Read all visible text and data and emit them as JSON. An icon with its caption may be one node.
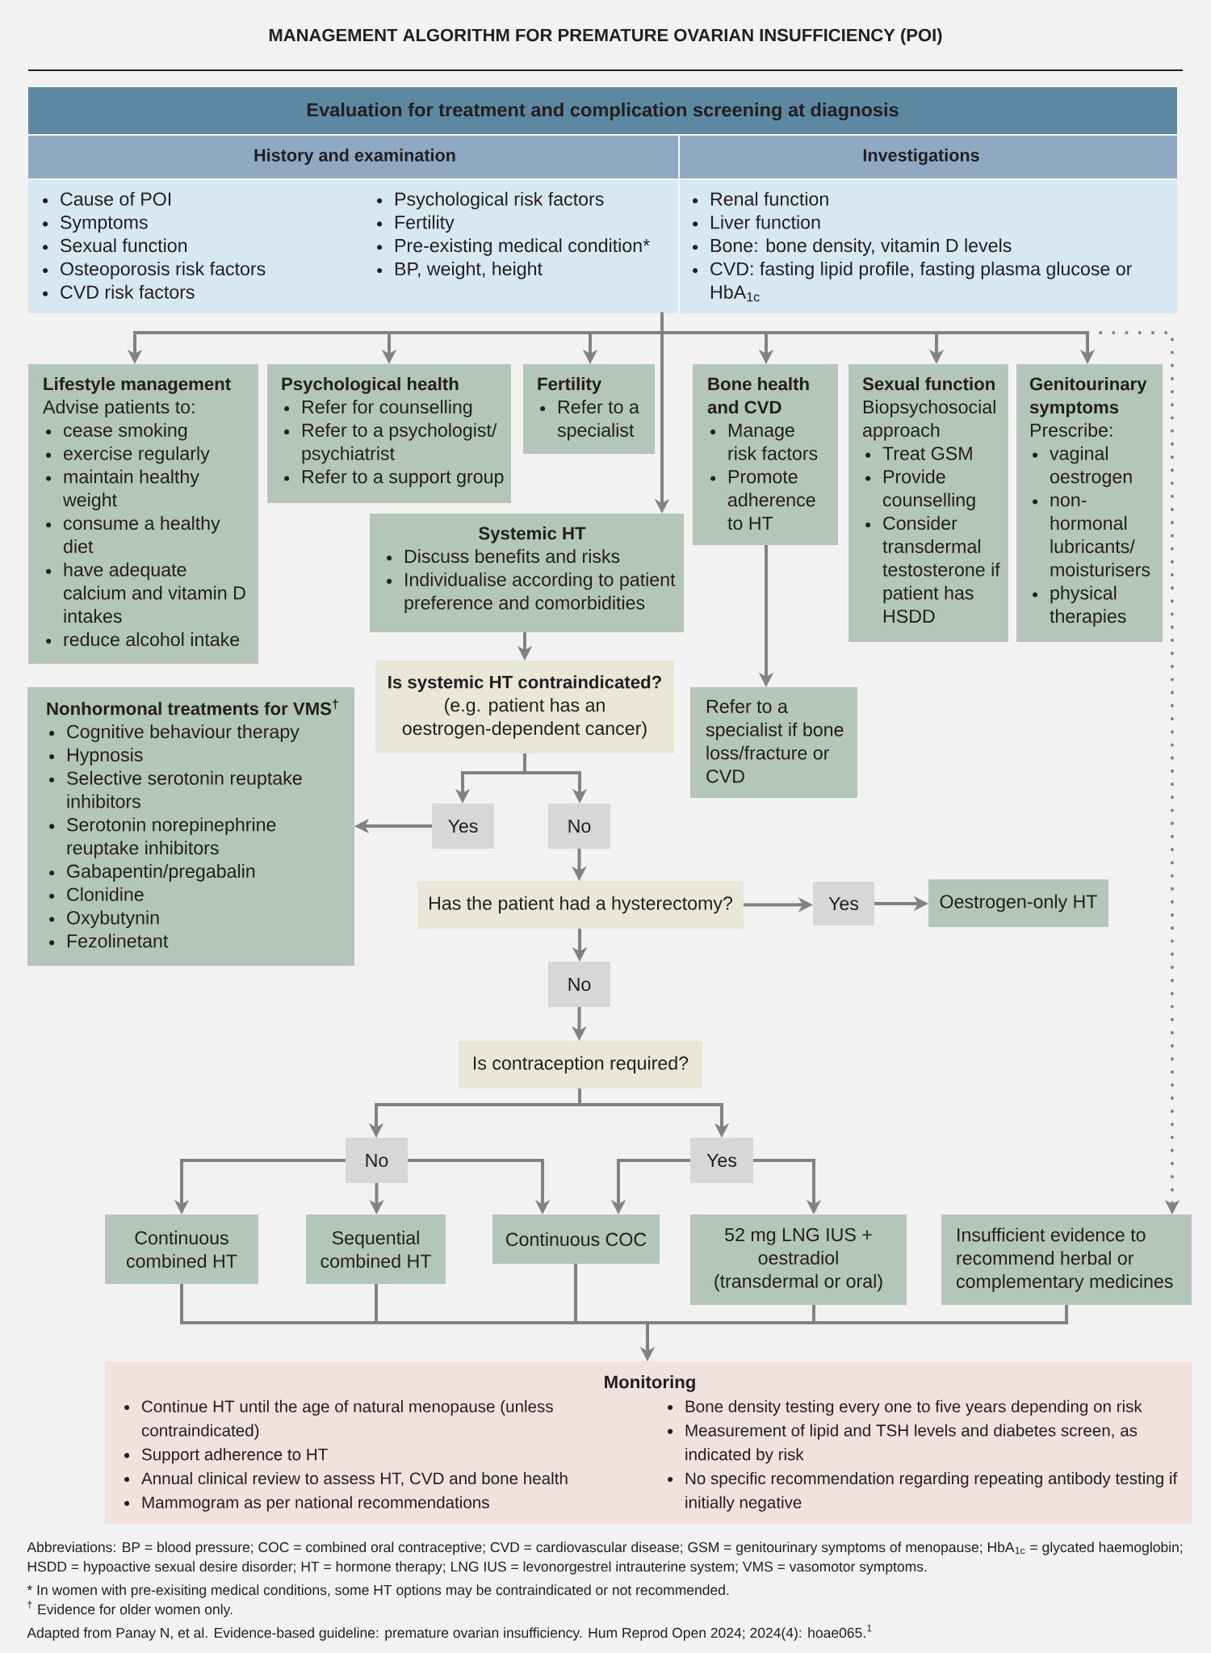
{
  "diagram": {
    "title": "MANAGEMENT ALGORITHM FOR PREMATURE OVARIAN INSUFFICIENCY (POI)",
    "nodes": [
      {
        "text": [
          "Evaluation for treatment and complication screening at diagnosis"
        ]
      },
      {
        "text": [
          "History and examination",
          "Cause of POI",
          "Symptoms",
          "Sexual function",
          "Osteoporosis risk factors",
          "CVD risk factors",
          "Psychological risk factors",
          "Fertility",
          "Pre-existing medical condition*",
          "BP, weight, height"
        ],
        "in": 0
      },
      {
        "text": [
          "Investigations",
          "Renal function",
          "Liver function",
          "Bone: bone density, vitamin D levels",
          "CVD: fasting lipid profile, fasting plasma glucose or HbA$_{1c}$"
        ],
        "in": 0
      },
      {
        "text": [
          "Lifestyle management",
          "Advise patients to:",
          "cease smoking",
          "exercise regularly",
          "maintain healthy weight",
          "consume a healthy diet",
          "have adequate calcium and vitamin D intakes",
          "reduce alcohol intake"
        ]
      },
      {
        "text": [
          "Psychological health",
          "Refer for counselling",
          "Refer to a psychologist/ psychiatrist",
          "Refer to a support group"
        ]
      },
      {
        "text": [
          "Fertility",
          "Refer to a specialist"
        ]
      },
      {
        "text": [
          "Bone health and CVD",
          "Manage risk factors",
          "Promote adherence to HT"
        ]
      },
      {
        "text": [
          "Sexual function",
          "Biopsychosocial approach",
          "Treat GSM",
          "Provide counselling",
          "Consider transdermal testosterone if patient has HSDD"
        ]
      },
      {
        "text": [
          "Genitourinary symptoms",
          "Prescribe:",
          "vaginal oestrogen",
          "non-hormonal lubricants/ moisturisers",
          "physical therapies"
        ]
      },
      {
        "text": [
          "Systemic HT",
          "Discuss benefits and risks",
          "Individualise according to patient preference and comorbidities"
        ]
      },
      {
        "text": [
          "Is systemic HT contraindicated?",
          "(e.g. patient has an oestrogen-dependent cancer)"
        ]
      },
      {
        "text": [
          "Nonhormonal treatments for VMS$^{†}$",
          "Cognitive behaviour therapy",
          "Hypnosis",
          "Selective serotonin reuptake inhibitors",
          "Serotonin norepinephrine reuptake inhibitors",
          "Gabapentin/pregabalin",
          "Clonidine",
          "Oxybutynin",
          "Fezolinetant"
        ]
      },
      {
        "text": [
          "Refer to a specialist if bone loss/fracture or CVD"
        ]
      },
      {
        "text": [
          "Yes"
        ]
      },
      {
        "text": [
          "No"
        ]
      },
      {
        "text": [
          "Has the patient had a hysterectomy?"
        ]
      },
      {
        "text": [
          "Yes"
        ]
      },
      {
        "text": [
          "Oestrogen-only HT"
        ]
      },
      {
        "text": [
          "No"
        ]
      },
      {
        "text": [
          "Is contraception required?"
        ]
      },
      {
        "text": [
          "No"
        ]
      },
      {
        "text": [
          "Yes"
        ]
      },
      {
        "text": [
          "Continuous combined HT"
        ]
      },
      {
        "text": [
          "Sequential combined HT"
        ]
      },
      {
        "text": [
          "Continuous COC"
        ]
      },
      {
        "text": [
          "52 mg LNG IUS + oestradiol (transdermal or oral)"
        ]
      },
      {
        "text": [
          "Insufficient evidence to recommend herbal or complementary medicines"
        ]
      },
      {
        "text": [
          "Monitoring",
          "Continue HT until the age of natural menopause (unless contraindicated)",
          "Support adherence to HT",
          "Annual clinical review to assess HT, CVD and bone health",
          "Mammogram as per national recommendations",
          "Bone density testing every one to five years depending on risk",
          "Measurement of lipid and TSH levels and diabetes screen, as indicated by risk",
          "No specific recommendation regarding repeating antibody testing if initially negative"
        ]
      }
    ],
    "edges": [
      {
        "from": 0,
        "to": 3,
        "arrow": "to"
      },
      {
        "from": 0,
        "to": 4,
        "arrow": "to"
      },
      {
        "from": 0,
        "to": 5,
        "arrow": "to"
      },
      {
        "from": 0,
        "to": 9,
        "arrow": "to"
      },
      {
        "from": 0,
        "to": 6,
        "arrow": "to"
      },
      {
        "from": 0,
        "to": 7,
        "arrow": "to"
      },
      {
        "from": 0,
        "to": 8,
        "arrow": "to"
      },
      {
        "from": 0,
        "to": 26,
        "arrow": "to",
        "style": "dashed"
      },
      {
        "from": 6,
        "to": 12,
        "arrow": "to"
      },
      {
        "from": 9,
        "to": 10,
        "arrow": "to"
      },
      {
        "from": 10,
        "to": 13,
        "arrow": "to"
      },
      {
        "from": 10,
        "to": 14,
        "arrow": "to"
      },
      {
        "from": 13,
        "to": 11,
        "arrow": "to"
      },
      {
        "from": 14,
        "to": 15,
        "arrow": "to"
      },
      {
        "from": 15,
        "to": 16,
        "arrow": "to"
      },
      {
        "from": 16,
        "to": 17,
        "arrow": "to"
      },
      {
        "from": 15,
        "to": 18,
        "arrow": "to"
      },
      {
        "from": 18,
        "to": 19,
        "arrow": "to"
      },
      {
        "from": 19,
        "to": 20,
        "arrow": "to"
      },
      {
        "from": 19,
        "to": 21,
        "arrow": "to"
      },
      {
        "from": 20,
        "to": 22,
        "arrow": "to"
      },
      {
        "from": 20,
        "to": 23,
        "arrow": "to"
      },
      {
        "from": 20,
        "to": 24,
        "arrow": "to"
      },
      {
        "from": 21,
        "to": 24,
        "arrow": "to"
      },
      {
        "from": 21,
        "to": 25,
        "arrow": "to"
      },
      {
        "from": 22,
        "to": 27,
        "arrow": "to"
      },
      {
        "from": 23,
        "to": 27,
        "arrow": "to"
      },
      {
        "from": 24,
        "to": 27,
        "arrow": "to"
      },
      {
        "from": 25,
        "to": 27,
        "arrow": "to"
      },
      {
        "from": 26,
        "to": 27,
        "arrow": "to"
      }
    ],
    "labels": [
      "Abbreviations: BP = blood pressure; COC = combined oral contraceptive; CVD = cardiovascular disease; GSM = genitourinary symptoms of menopause; HbA$_{1c}$ = glycated haemoglobin; HSDD = hypoactive sexual desire disorder; HT = hormone therapy; LNG IUS = levonorgestrel intrauterine system; VMS = vasomotor symptoms.",
      "* In women with pre-exisiting medical conditions, some HT options may be contraindicated or not recommended.",
      "$^{†}$ Evidence for older women only.",
      "Adapted from Panay N, et al. Evidence-based guideline: premature ovarian insufficiency. Hum Reprod Open 2024; 2024(4): hoae065.$^{1}$"
    ]
  }
}
